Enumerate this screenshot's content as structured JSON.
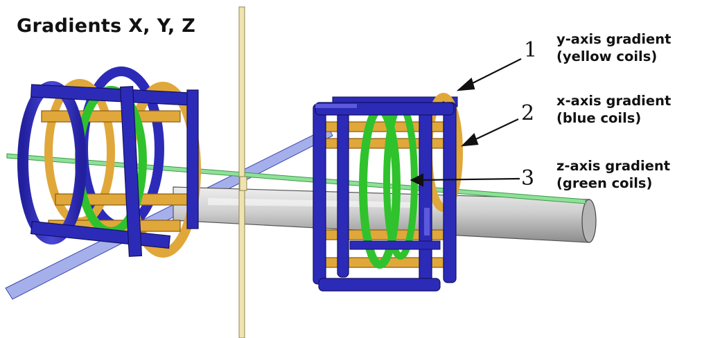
{
  "title": "Gradients X, Y, Z",
  "callouts": [
    {
      "number": "1",
      "line1": "y-axis gradient",
      "line2": "(yellow coils)"
    },
    {
      "number": "2",
      "line1": "x-axis gradient",
      "line2": "(blue coils)"
    },
    {
      "number": "3",
      "line1": "z-axis gradient",
      "line2": "(green coils)"
    }
  ],
  "colors": {
    "blue_coil": "#2c2bb8",
    "yellow_coil": "#e0a83a",
    "green_coil": "#2fc22c",
    "z_axis_line": "#7fd88a",
    "y_axis_post": "#e8dca0",
    "x_axis_beam": "#5b6fd8",
    "tube": "#c9c9c9"
  }
}
